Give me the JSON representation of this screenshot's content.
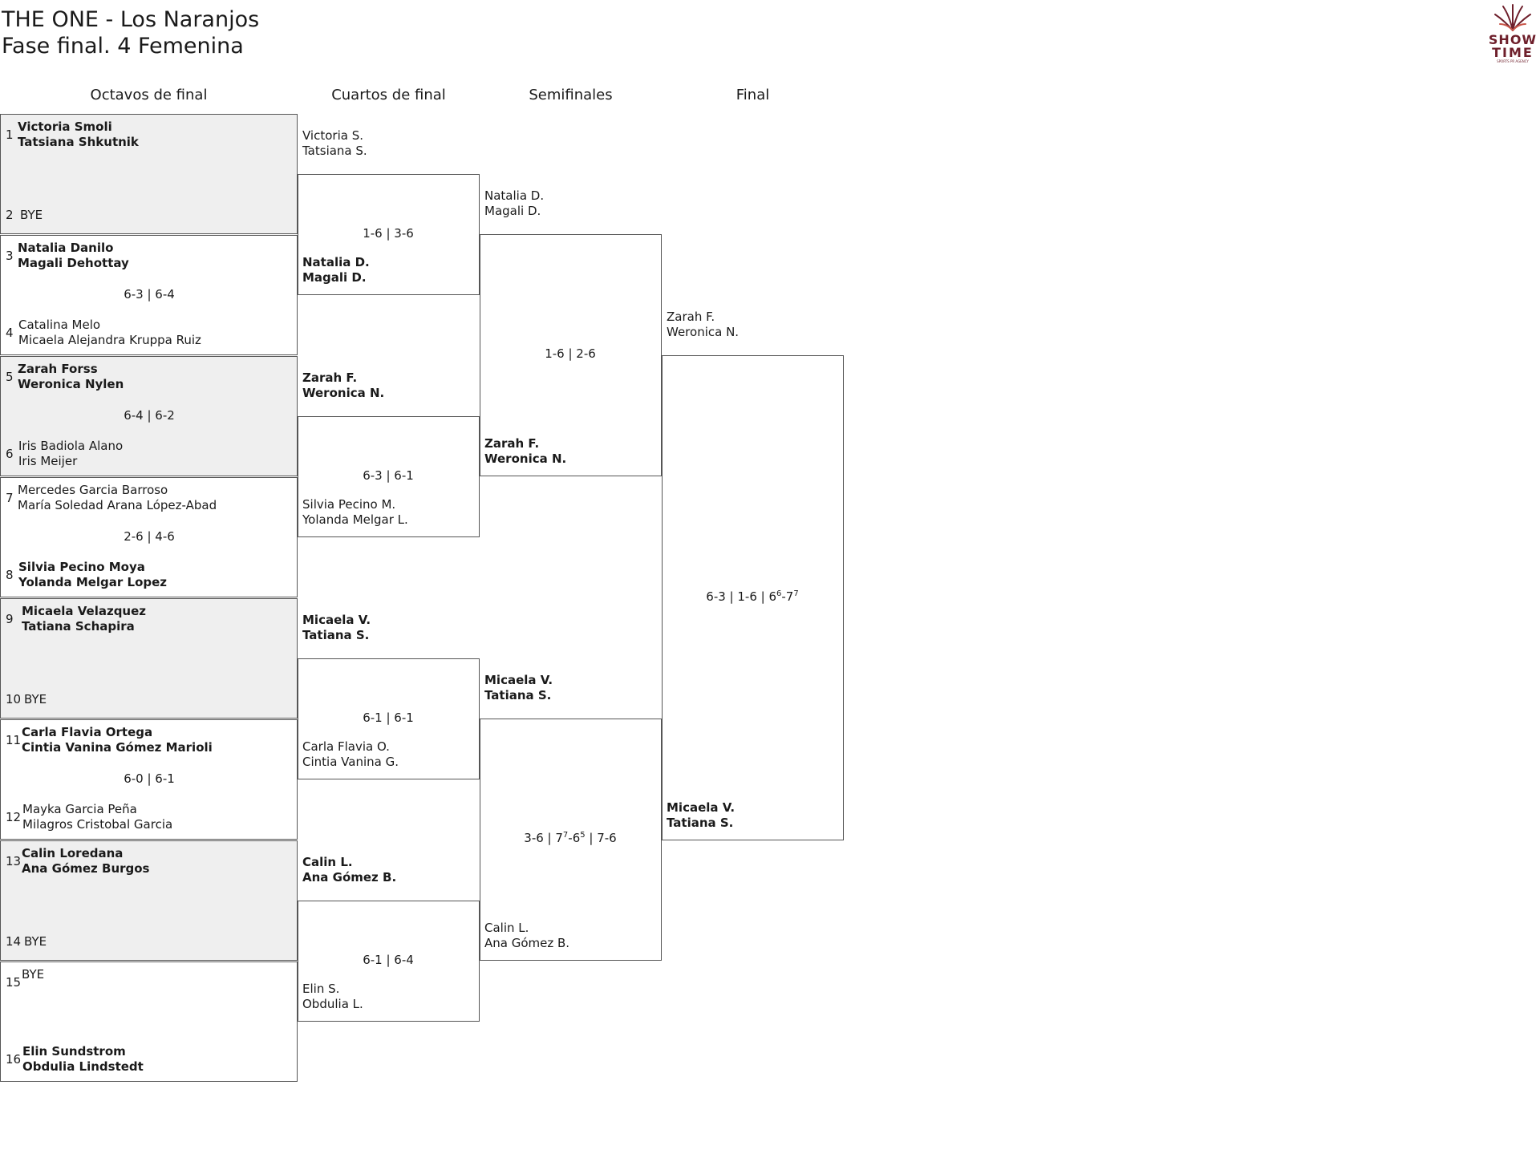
{
  "header": {
    "title": "THE ONE - Los Naranjos",
    "subtitle": "Fase final. 4 Femenina"
  },
  "logo": {
    "line1": "SHOW",
    "line2": "TIME",
    "tagline": "SPORTS PR AGENCY",
    "color": "#6e1f2b"
  },
  "rounds": [
    "Octavos de final",
    "Cuartos de final",
    "Semifinales",
    "Final"
  ],
  "round_of_16": [
    {
      "seed_top": "1",
      "top": [
        "Victoria Smoli",
        "Tatsiana Shkutnik"
      ],
      "top_bold": true,
      "seed_bottom": "2",
      "bottom": [
        "BYE"
      ],
      "bottom_bold": false,
      "score": "",
      "shaded": true
    },
    {
      "seed_top": "3",
      "top": [
        "Natalia Danilo",
        "Magali Dehottay"
      ],
      "top_bold": true,
      "seed_bottom": "4",
      "bottom": [
        "Catalina Melo",
        "Micaela Alejandra Kruppa Ruiz"
      ],
      "bottom_bold": false,
      "score": "6-3 | 6-4",
      "shaded": false
    },
    {
      "seed_top": "5",
      "top": [
        "Zarah Forss",
        "Weronica Nylen"
      ],
      "top_bold": true,
      "seed_bottom": "6",
      "bottom": [
        "Iris Badiola Alano",
        "Iris Meijer"
      ],
      "bottom_bold": false,
      "score": "6-4 | 6-2",
      "shaded": true
    },
    {
      "seed_top": "7",
      "top": [
        "Mercedes Garcia Barroso",
        "María Soledad Arana López-Abad"
      ],
      "top_bold": false,
      "seed_bottom": "8",
      "bottom": [
        "Silvia Pecino Moya",
        "Yolanda Melgar Lopez"
      ],
      "bottom_bold": true,
      "score": "2-6 | 4-6",
      "shaded": false
    },
    {
      "seed_top": "9",
      "top": [
        "Micaela Velazquez",
        "Tatiana Schapira"
      ],
      "top_bold": true,
      "seed_bottom": "10",
      "bottom": [
        "BYE"
      ],
      "bottom_bold": false,
      "score": "",
      "shaded": true
    },
    {
      "seed_top": "11",
      "top": [
        "Carla Flavia Ortega",
        "Cintia Vanina Gómez Marioli"
      ],
      "top_bold": true,
      "seed_bottom": "12",
      "bottom": [
        "Mayka Garcia Peña",
        "Milagros Cristobal Garcia"
      ],
      "bottom_bold": false,
      "score": "6-0 | 6-1",
      "shaded": false
    },
    {
      "seed_top": "13",
      "top": [
        "Calin Loredana",
        "Ana Gómez Burgos"
      ],
      "top_bold": true,
      "seed_bottom": "14",
      "bottom": [
        "BYE"
      ],
      "bottom_bold": false,
      "score": "",
      "shaded": true
    },
    {
      "seed_top": "15",
      "top": [
        "BYE"
      ],
      "top_bold": false,
      "seed_bottom": "16",
      "bottom": [
        "Elin Sundstrom",
        "Obdulia Lindstedt"
      ],
      "bottom_bold": true,
      "score": "",
      "shaded": false
    }
  ],
  "quarterfinals": [
    {
      "top": [
        "Victoria S.",
        "Tatsiana S."
      ],
      "top_bold": false,
      "bottom": [
        "Natalia D.",
        "Magali D."
      ],
      "bottom_bold": true,
      "score": "1-6 | 3-6"
    },
    {
      "top": [
        "Zarah F.",
        "Weronica N."
      ],
      "top_bold": true,
      "bottom": [
        "Silvia Pecino M.",
        "Yolanda Melgar L."
      ],
      "bottom_bold": false,
      "score": "6-3 | 6-1"
    },
    {
      "top": [
        "Micaela V.",
        "Tatiana S."
      ],
      "top_bold": true,
      "bottom": [
        "Carla Flavia O.",
        "Cintia Vanina G."
      ],
      "bottom_bold": false,
      "score": "6-1 | 6-1"
    },
    {
      "top": [
        "Calin L.",
        "Ana Gómez B."
      ],
      "top_bold": true,
      "bottom": [
        "Elin S.",
        "Obdulia L."
      ],
      "bottom_bold": false,
      "score": "6-1 | 6-4"
    }
  ],
  "semifinals": [
    {
      "top": [
        "Natalia D.",
        "Magali D."
      ],
      "top_bold": false,
      "bottom": [
        "Zarah F.",
        "Weronica N."
      ],
      "bottom_bold": true,
      "score": "1-6 | 2-6"
    },
    {
      "top": [
        "Micaela V.",
        "Tatiana S."
      ],
      "top_bold": true,
      "bottom": [
        "Calin L.",
        "Ana Gómez B."
      ],
      "bottom_bold": false,
      "score_parts": [
        "3-6 | 7",
        "7",
        "-6",
        "5",
        " | 7-6"
      ]
    }
  ],
  "final": {
    "top": [
      "Zarah F.",
      "Weronica N."
    ],
    "top_bold": false,
    "bottom": [
      "Micaela V.",
      "Tatiana S."
    ],
    "bottom_bold": true,
    "score_parts": [
      "6-3 | 1-6 | 6",
      "6",
      "-7",
      "7"
    ]
  }
}
